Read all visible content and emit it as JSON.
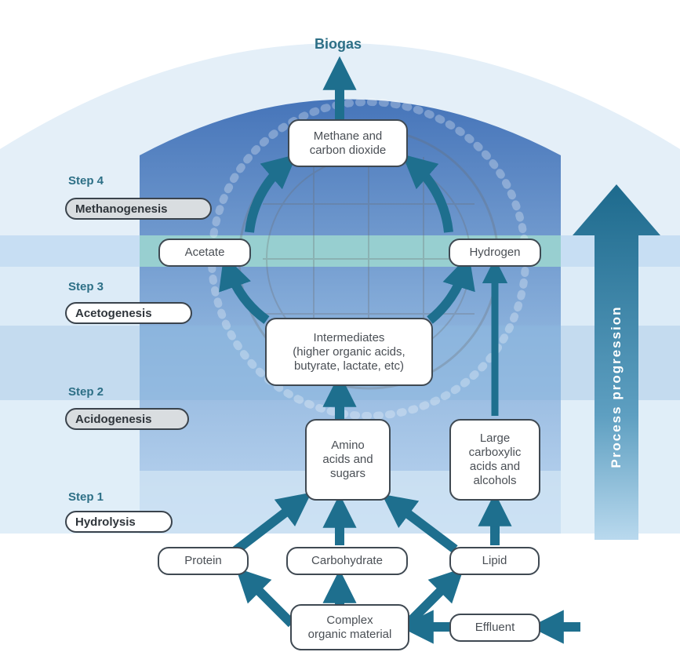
{
  "title": "Biogas",
  "progress_label": "Process progression",
  "steps": [
    {
      "step": "Step 4",
      "phase": "Methanogenesis"
    },
    {
      "step": "Step 3",
      "phase": "Acetogenesis"
    },
    {
      "step": "Step 2",
      "phase": "Acidogenesis"
    },
    {
      "step": "Step 1",
      "phase": "Hydrolysis"
    }
  ],
  "nodes": {
    "methane_1": "Methane and",
    "methane_2": "carbon dioxide",
    "acetate": "Acetate",
    "hydrogen": "Hydrogen",
    "inter_1": "Intermediates",
    "inter_2": "(higher organic acids,",
    "inter_3": "butyrate, lactate, etc)",
    "amino_1": "Amino",
    "amino_2": "acids and",
    "amino_3": "sugars",
    "large_1": "Large",
    "large_2": "carboxylic",
    "large_3": "acids and",
    "large_4": "alcohols",
    "protein": "Protein",
    "carbohydrate": "Carbohydrate",
    "lipid": "Lipid",
    "complex_1": "Complex",
    "complex_2": "organic material",
    "effluent": "Effluent"
  },
  "colors": {
    "arrow": "#1e6f8e",
    "band_light": "#dbeaf6",
    "band_mid": "#9fc8e8",
    "dome": "#2b63b0",
    "teal": "#9fd8d0",
    "text_accent": "#2d6f86"
  }
}
